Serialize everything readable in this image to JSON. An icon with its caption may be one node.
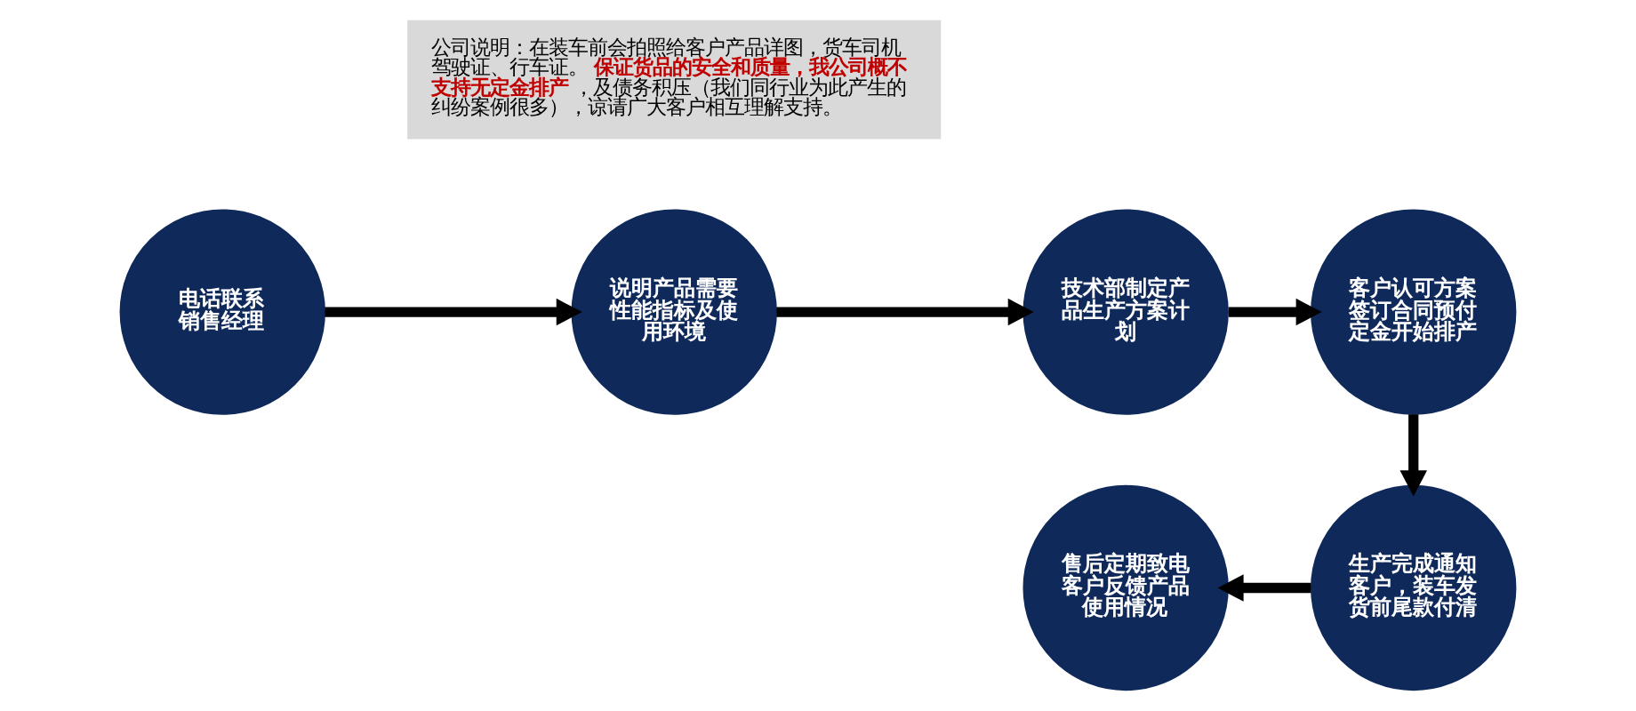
{
  "diagram": {
    "nodes": [
      {
        "text": [
          "电话联系",
          "销售经理"
        ]
      },
      {
        "text": [
          "说明产品需要性能指标及使用环境"
        ]
      },
      {
        "text": [
          "技术部制定产品生产方案计划"
        ]
      },
      {
        "text": [
          "客户认可方案签订合同预付定金开始排产"
        ]
      },
      {
        "text": [
          "生产完成通知客户，装车发货前尾款付清"
        ]
      },
      {
        "text": [
          "售后定期致电客户反馈产品使用情况"
        ]
      },
      {
        "text": [
          "公司说明：在装车前会拍照给客户产品详图，货车司机驾驶证、行车证。**保证货品的安全和质量，我公司概不支持无定金排产**，及债务积压（我们同行业为此产生的纠纷案例很多），谅请广大客户相互理解支持。"
        ]
      }
    ],
    "edges": [
      {
        "from": 0,
        "to": 1,
        "arrow": "to"
      },
      {
        "from": 1,
        "to": 2,
        "arrow": "to"
      },
      {
        "from": 2,
        "to": 3,
        "arrow": "to"
      },
      {
        "from": 3,
        "to": 4,
        "arrow": "to"
      },
      {
        "from": 4,
        "to": 5,
        "arrow": "to"
      }
    ]
  }
}
